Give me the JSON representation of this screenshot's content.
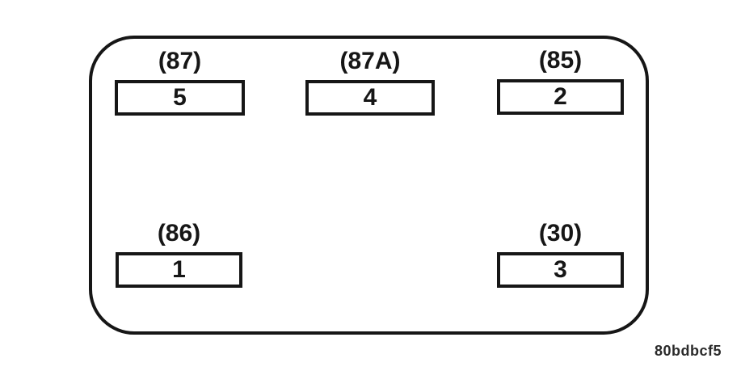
{
  "diagram": {
    "type": "relay-terminal-pinout",
    "figure_code": "80bdbcf5",
    "colors": {
      "line": "#161616",
      "background": "#ffffff"
    },
    "terminals": [
      {
        "pin_label": "(87)",
        "terminal_number": "5",
        "position": "top-left"
      },
      {
        "pin_label": "(87A)",
        "terminal_number": "4",
        "position": "top-center"
      },
      {
        "pin_label": "(85)",
        "terminal_number": "2",
        "position": "top-right"
      },
      {
        "pin_label": "(86)",
        "terminal_number": "1",
        "position": "bottom-left"
      },
      {
        "pin_label": "(30)",
        "terminal_number": "3",
        "position": "bottom-right"
      }
    ]
  }
}
